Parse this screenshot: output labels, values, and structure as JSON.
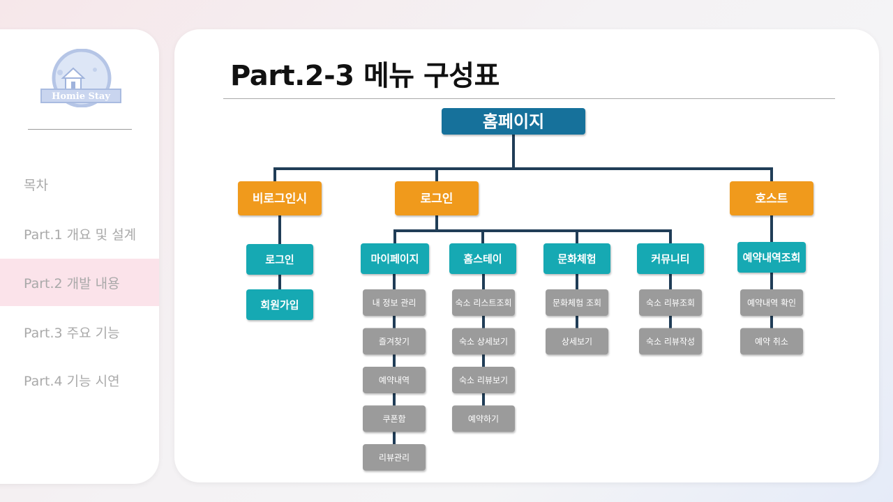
{
  "sidebar": {
    "logo_text": "Homie Stay",
    "items": [
      {
        "label": "목차"
      },
      {
        "label": "Part.1 개요 및 설계"
      },
      {
        "label": "Part.2 개발 내용"
      },
      {
        "label": "Part.3 주요 기능"
      },
      {
        "label": "Part.4 기능 시연"
      }
    ],
    "active_index": 2
  },
  "main": {
    "title": "Part.2-3 메뉴 구성표"
  },
  "colors": {
    "root": "#12719b",
    "level1": "#f09a1e",
    "level2": "#19a9b3",
    "leaf": "#9b9b9b",
    "connector": "#203d57",
    "active_nav": "#fbe3ea"
  },
  "org_chart": {
    "root": "홈페이지",
    "branches": [
      {
        "label": "비로그인시",
        "children": [
          {
            "label": "로그인",
            "children": []
          },
          {
            "label": "회원가입",
            "children": []
          }
        ]
      },
      {
        "label": "로그인",
        "children": [
          {
            "label": "마이페이지",
            "children": [
              "내 정보 관리",
              "즐겨찾기",
              "예약내역",
              "쿠폰함",
              "리뷰관리"
            ]
          },
          {
            "label": "홈스테이",
            "children": [
              "숙소 리스트조회",
              "숙소 상세보기",
              "숙소 리뷰보기",
              "예약하기"
            ]
          },
          {
            "label": "문화체험",
            "children": [
              "문화체험 조회",
              "상세보기"
            ]
          },
          {
            "label": "커뮤니티",
            "children": [
              "숙소 리뷰조회",
              "숙소 리뷰작성"
            ]
          }
        ]
      },
      {
        "label": "호스트",
        "children": [
          {
            "label": "예약내역조회",
            "children": [
              "예약내역 확인",
              "예약 취소"
            ]
          }
        ]
      }
    ]
  }
}
